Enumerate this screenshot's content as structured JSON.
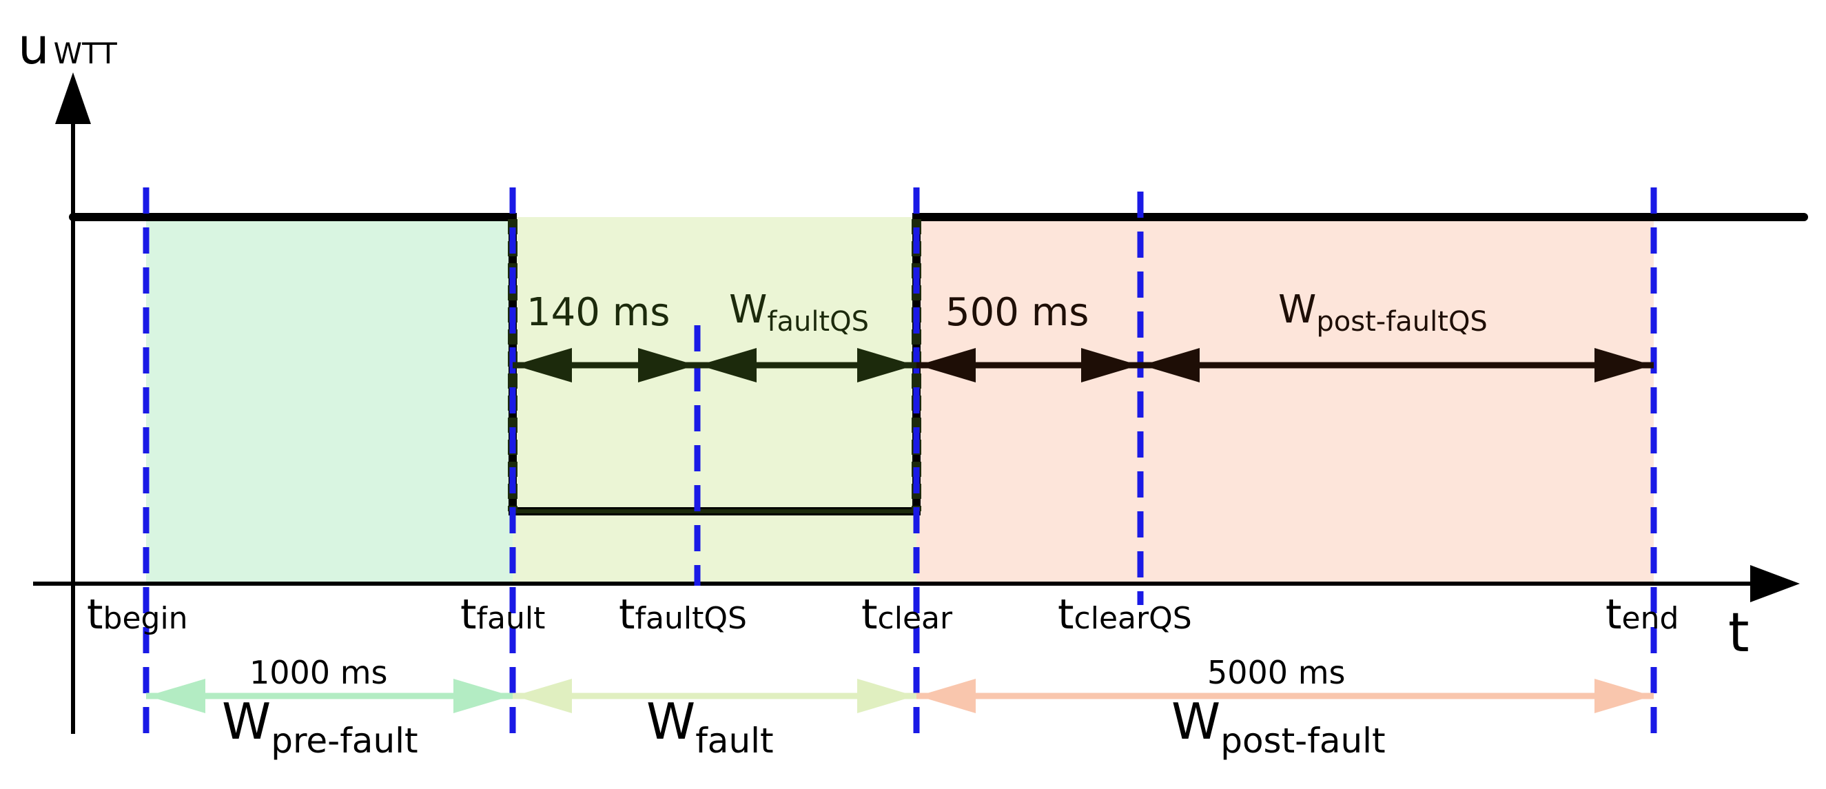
{
  "y_axis": {
    "main": "u",
    "sub": "WTT"
  },
  "x_axis": {
    "label": "t"
  },
  "time_markers": [
    {
      "id": "begin",
      "main": "t",
      "sub": "begin"
    },
    {
      "id": "fault",
      "main": "t",
      "sub": "fault"
    },
    {
      "id": "faultQS",
      "main": "t",
      "sub": "faultQS"
    },
    {
      "id": "clear",
      "main": "t",
      "sub": "clear"
    },
    {
      "id": "clearQS",
      "main": "t",
      "sub": "clearQS"
    },
    {
      "id": "end",
      "main": "t",
      "sub": "end"
    }
  ],
  "upper_annotations": {
    "fault_qs_delay": "140 ms",
    "fault_qs_window": {
      "main": "W",
      "sub": "faultQS"
    },
    "clear_qs_delay": "500 ms",
    "post_fault_qs_window": {
      "main": "W",
      "sub": "post-faultQS"
    }
  },
  "windows": [
    {
      "id": "pre-fault",
      "duration": "1000 ms",
      "main": "W",
      "sub": "pre-fault",
      "color": "#b3ecc3",
      "fill": "#d9f5e1"
    },
    {
      "id": "fault",
      "duration": "",
      "main": "W",
      "sub": "fault",
      "color": "#e0efc0",
      "fill": "#ebf5d5"
    },
    {
      "id": "post-fault",
      "duration": "5000 ms",
      "main": "W",
      "sub": "post-fault",
      "color": "#f9c6ad",
      "fill": "#fde5da"
    }
  ],
  "colors": {
    "marker_line": "#1a1ae6",
    "signal": "#000000",
    "arrow_fault": "#1c2a0c",
    "arrow_post": "#1e0e06"
  }
}
